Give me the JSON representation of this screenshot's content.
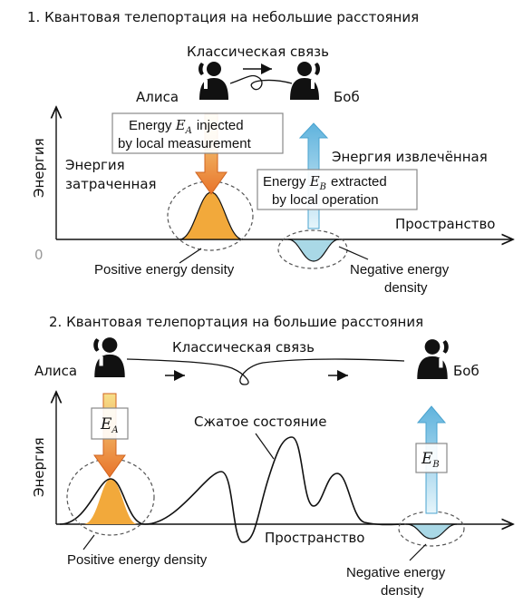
{
  "panel1": {
    "title": "1. Квантовая телепортация на небольшие расстояния",
    "classical_link": "Классическая связь",
    "alice": "Алиса",
    "bob": "Боб",
    "y_axis": "Энергия",
    "x_axis": "Пространство",
    "origin": "0",
    "energy_spent_line1": "Энергия",
    "energy_spent_line2": "затраченная",
    "energy_extracted": "Энергия извлечённая",
    "injected_box": {
      "prefix": "Energy",
      "symbol": "E",
      "sub": "A",
      "suffix": "injected",
      "line2": "by local measurement"
    },
    "extracted_box": {
      "prefix": "Energy",
      "symbol": "E",
      "sub": "B",
      "suffix": "extracted",
      "line2": "by local operation"
    },
    "positive_label": "Positive energy density",
    "negative_label_line1": "Negative energy",
    "negative_label_line2": "density"
  },
  "panel2": {
    "title": "2. Квантовая телепортация на большие расстояния",
    "classical_link": "Классическая связь",
    "alice": "Алиса",
    "bob": "Боб",
    "y_axis": "Энергия",
    "x_axis": "Пространство",
    "squeezed": "Сжатое состояние",
    "box_a": {
      "symbol": "E",
      "sub": "A"
    },
    "box_b": {
      "symbol": "E",
      "sub": "B"
    },
    "positive_label": "Positive energy density",
    "negative_label_line1": "Negative energy",
    "negative_label_line2": "density"
  },
  "colors": {
    "positive_fill": "#f2a93b",
    "negative_fill": "#a9d8e6",
    "down_arrow_top": "#f7e08a",
    "down_arrow_bottom": "#e8732a",
    "up_arrow_top": "#5fb3dd",
    "up_arrow_bottom": "#e2f3fa",
    "box_border": "#888888"
  },
  "icons": [
    "person-phone-icon",
    "arrow-right-icon"
  ]
}
